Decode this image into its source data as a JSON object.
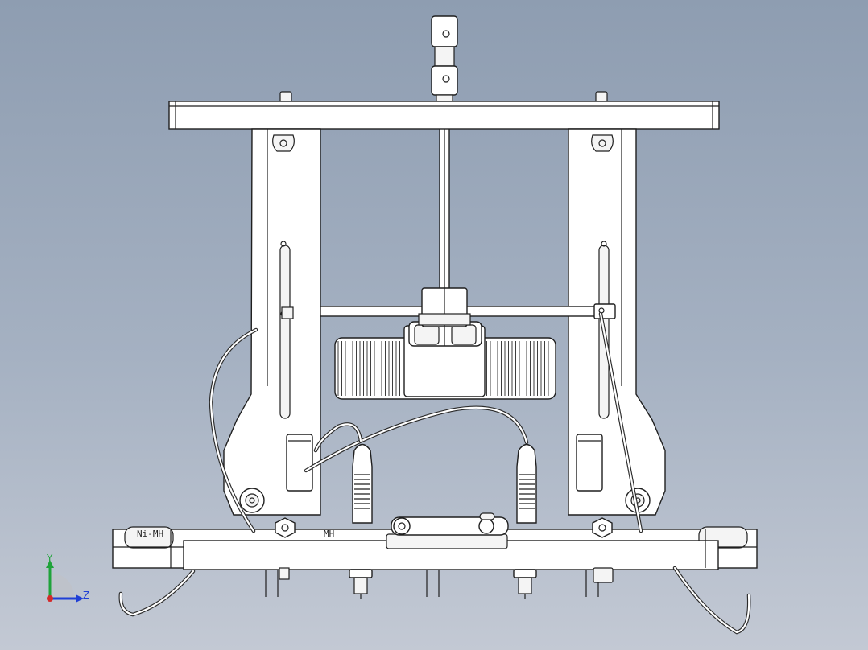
{
  "battery": {
    "label_left": "Ni-MH",
    "label_right": "MH"
  },
  "triad": {
    "y_label": "Y",
    "z_label": "Z",
    "colors": {
      "y": "#1fa33a",
      "z": "#1f3fd6",
      "x": "#d42a2a"
    }
  },
  "colors": {
    "background_top": "#8e9db1",
    "background_bottom": "#c3c9d4"
  }
}
